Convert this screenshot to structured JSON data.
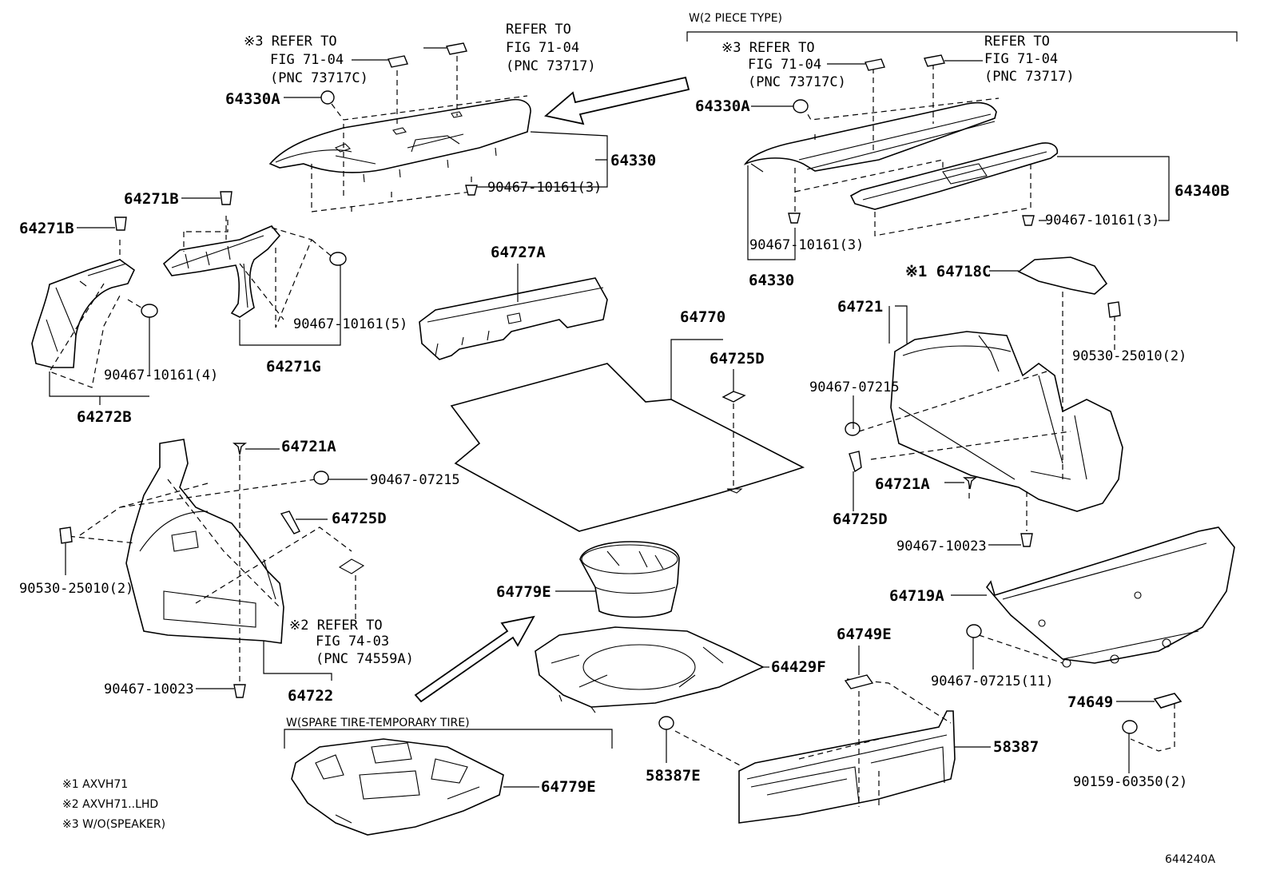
{
  "diagram_code": "644240A",
  "bracket_labels": {
    "two_piece": "W(2 PIECE TYPE)",
    "spare_tire": "W(SPARE TIRE-TEMPORARY TIRE)"
  },
  "refs": {
    "ref_l_speaker": [
      "※3 REFER TO",
      "FIG 71-04",
      "(PNC 73717C)"
    ],
    "ref_l": [
      "REFER TO",
      "FIG 71-04",
      "(PNC 73717)"
    ],
    "ref_r_speaker": [
      "※3 REFER TO",
      "FIG 71-04",
      "(PNC 73717C)"
    ],
    "ref_r": [
      "REFER TO",
      "FIG 71-04",
      "(PNC 73717)"
    ],
    "ref_74": [
      "※2 REFER TO",
      "FIG 74-03",
      "(PNC 74559A)"
    ]
  },
  "labels": {
    "p64330A_l": "64330A",
    "p64330_l": "64330",
    "clip_90467_10161_3_l": "90467-10161(3)",
    "p64330A_r": "64330A",
    "p64340B": "64340B",
    "clip_90467_10161_3_r1": "90467-10161(3)",
    "clip_90467_10161_3_r2": "90467-10161(3)",
    "p64330_r": "64330",
    "p64271B_a": "64271B",
    "p64271B_b": "64271B",
    "clip_90467_10161_5": "90467-10161(5)",
    "p64271G": "64271G",
    "clip_90467_10161_4": "90467-10161(4)",
    "p64272B": "64272B",
    "p64727A": "64727A",
    "p64770": "64770",
    "p64725D_mid": "64725D",
    "p64718C": "※1 64718C",
    "p64721": "64721",
    "clip_90530_25010_r": "90530-25010(2)",
    "clip_90467_07215_r": "90467-07215",
    "p64721A_r": "64721A",
    "p64725D_r": "64725D",
    "clip_90467_10023_r": "90467-10023",
    "p64721A_l": "64721A",
    "clip_90467_07215_l": "90467-07215",
    "p64725D_l": "64725D",
    "clip_90530_25010_l": "90530-25010(2)",
    "clip_90467_10023_l": "90467-10023",
    "p64722": "64722",
    "p64779E_a": "64779E",
    "p64429F": "64429F",
    "p64779E_b": "64779E",
    "p64719A": "64719A",
    "clip_90467_07215_11": "90467-07215(11)",
    "p74649": "74649",
    "clip_90159_60350_2": "90159-60350(2)",
    "p64749E": "64749E",
    "p58387": "58387",
    "p58387E": "58387E"
  },
  "footnotes": [
    "※1 AXVH71",
    "※2 AXVH71..LHD",
    "※3 W/O(SPEAKER)"
  ]
}
